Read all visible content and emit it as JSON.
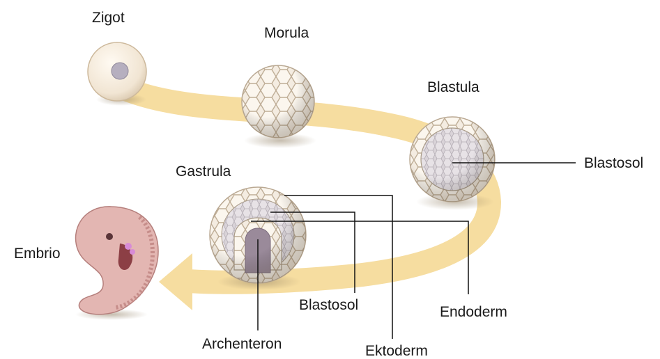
{
  "labels": {
    "zigot": "Zigot",
    "morula": "Morula",
    "blastula": "Blastula",
    "blastosol_right": "Blastosol",
    "gastrula": "Gastrula",
    "embrio": "Embrio",
    "blastosol_bottom": "Blastosol",
    "endoderm": "Endoderm",
    "archenteron": "Archenteron",
    "ektoderm": "Ektoderm"
  },
  "colors": {
    "path": "#f6dda0",
    "cell_fill": "#f3eadf",
    "cell_line": "#b9a892",
    "embryo": "#e3b6b2",
    "leader": "#111111"
  }
}
